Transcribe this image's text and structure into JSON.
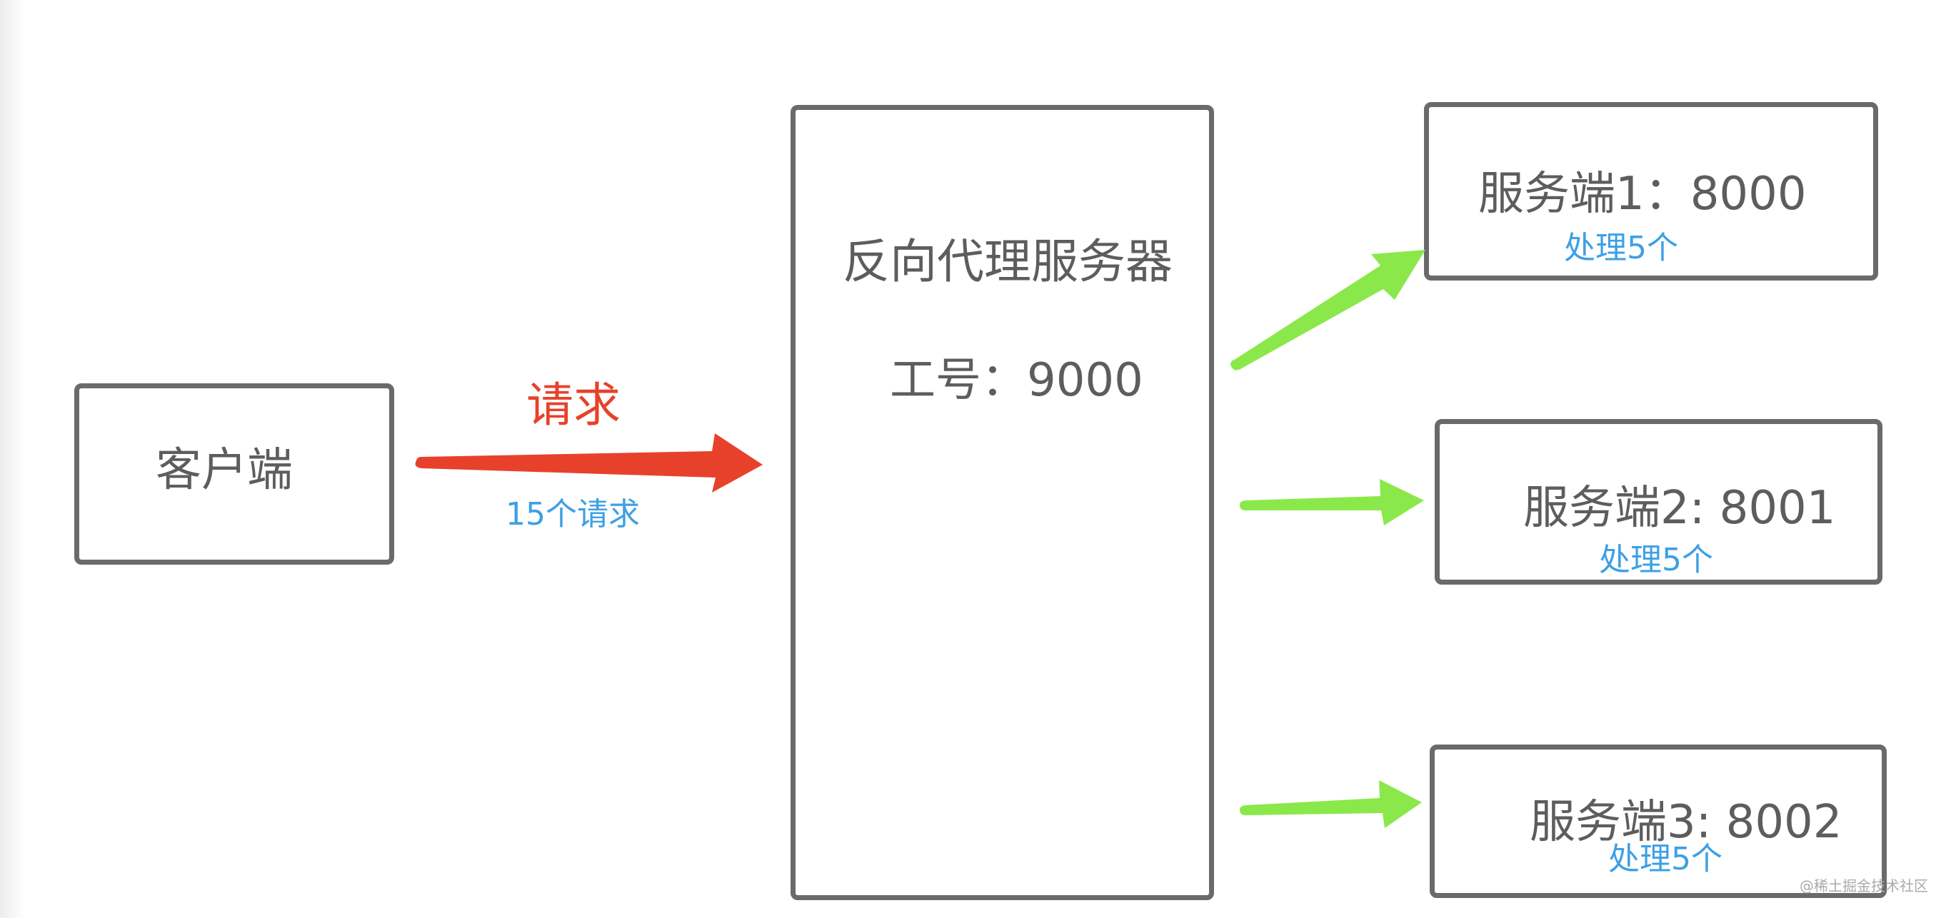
{
  "client": {
    "label": "客户端"
  },
  "request": {
    "label": "请求",
    "count_label": "15个请求"
  },
  "proxy": {
    "title": "反向代理服务器",
    "port_label": "工号：9000"
  },
  "servers": [
    {
      "label": "服务端1：8000",
      "load": "处理5个"
    },
    {
      "label": "服务端2: 8001",
      "load": "处理5个"
    },
    {
      "label": "服务端3: 8002",
      "load": "处理5个"
    }
  ],
  "watermark": "@稀土掘金技术社区",
  "colors": {
    "box_border": "#6a6a6a",
    "text_gray": "#5d5d5d",
    "text_blue": "#3da0e5",
    "request_arrow": "#e8412b",
    "forward_arrow": "#8be84a"
  }
}
